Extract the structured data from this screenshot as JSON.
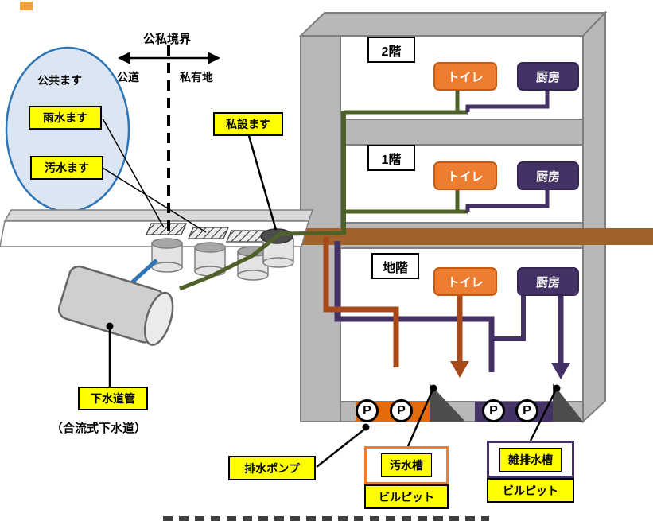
{
  "colors": {
    "pipe_green": "#4e6128",
    "pipe_brown": "#a8491a",
    "pipe_purple": "#443266",
    "ground_brown": "#a0622a",
    "toilet_orange": "#ed7d31",
    "pit_orange": "#e36c0a",
    "label_yellow": "#ffff00",
    "water_blue": "#2e75b6"
  },
  "boundary": {
    "title": "公私境界",
    "public_side": "公道",
    "private_side": "私有地"
  },
  "public_chambers": {
    "title": "公共ます",
    "rain_chamber": "雨水ます",
    "sewage_chamber": "汚水ます"
  },
  "private_chamber": {
    "label": "私設ます"
  },
  "sewer_pipe": {
    "label": "下水道管",
    "note": "（合流式下水道）"
  },
  "building": {
    "floors": [
      {
        "name": "2階",
        "toilet": "トイレ",
        "kitchen": "厨房"
      },
      {
        "name": "1階",
        "toilet": "トイレ",
        "kitchen": "厨房"
      },
      {
        "name": "地階",
        "toilet": "トイレ",
        "kitchen": "厨房"
      }
    ]
  },
  "basement_pits": {
    "pump_label": "排水ポンプ",
    "pump_symbol": "P",
    "sewage_tank": {
      "label": "汚水槽",
      "pit_label": "ビルピット"
    },
    "graywater_tank": {
      "label": "雑排水槽",
      "pit_label": "ビルピット"
    }
  }
}
